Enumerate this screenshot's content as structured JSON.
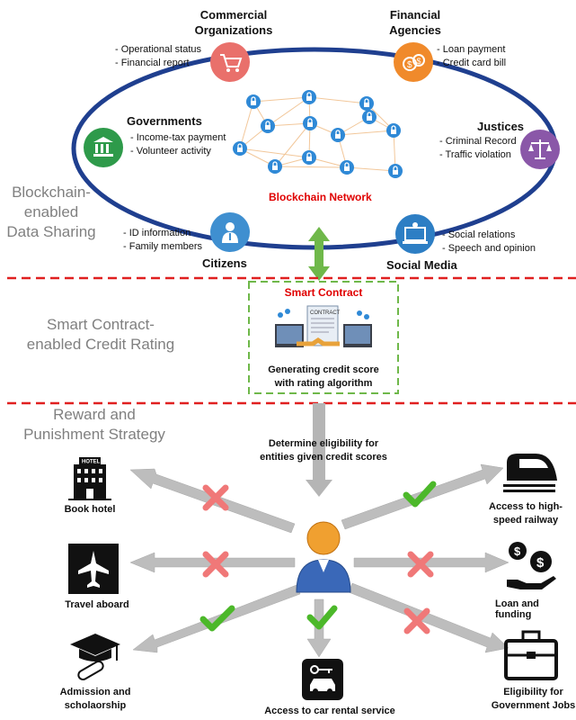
{
  "top": {
    "network_label": "Blockchain Network",
    "section_label": [
      "Blockchain-",
      "enabled",
      "Data Sharing"
    ],
    "commercial": {
      "title": [
        "Commercial",
        "Organizations"
      ],
      "items": [
        "- Operational status",
        "- Financial report"
      ],
      "icon": "shopping-cart-icon",
      "color": "#e9706b"
    },
    "financial": {
      "title": [
        "Financial",
        "Agencies"
      ],
      "items": [
        "- Loan payment",
        "- Credit card bill"
      ],
      "icon": "money-bags-icon",
      "color": "#f08a2b"
    },
    "governments": {
      "title": "Governments",
      "items": [
        "- Income-tax payment",
        "- Volunteer activity"
      ],
      "icon": "government-building-icon",
      "color": "#2e9a4a"
    },
    "justices": {
      "title": "Justices",
      "items": [
        "- Criminal Record",
        "- Traffic violation"
      ],
      "icon": "scales-icon",
      "color": "#8a57a8"
    },
    "citizens": {
      "title": "Citizens",
      "items": [
        "- ID information",
        "- Family members"
      ],
      "icon": "citizen-icon",
      "color": "#3f8fd0"
    },
    "social": {
      "title": "Social Media",
      "items": [
        "- Social relations",
        "- Speech and opinion"
      ],
      "icon": "social-media-icon",
      "color": "#2d7ec4"
    }
  },
  "middle": {
    "section_label": [
      "Smart Contract-",
      "enabled Credit Rating"
    ],
    "contract_title": "Smart Contract",
    "contract_doc_label": "CONTRACT",
    "contract_caption": [
      "Generating credit score",
      "with rating algorithm"
    ]
  },
  "bottom": {
    "section_label": [
      "Reward and",
      "Punishment Strategy"
    ],
    "determine_text": [
      "Determine eligibility for",
      "entities given credit scores"
    ],
    "hotel_sign": "HOTEL",
    "items": {
      "book_hotel": "Book hotel",
      "travel_aboard": "Travel aboard",
      "admission": [
        "Admission and",
        "scholaorship"
      ],
      "car_rental": "Access to car rental service",
      "railway": [
        "Access to high-",
        "speed railway"
      ],
      "loan": "Loan and funding",
      "jobs": [
        "Eligibility for",
        "Government Jobs"
      ]
    }
  },
  "colors": {
    "ellipse": "#1f3f8f",
    "dash": "#e02020",
    "arrow_green": "#6fb84a",
    "gray_arrow": "#b5b5b5",
    "check": "#4cb82a",
    "cross": "#f07878"
  }
}
